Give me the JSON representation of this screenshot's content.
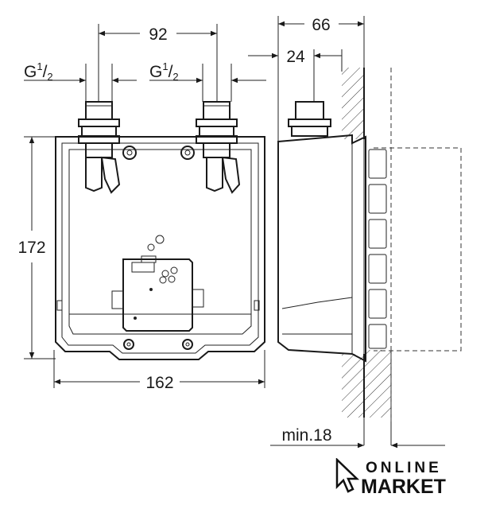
{
  "dimensions": {
    "spacing": "92",
    "depth": "66",
    "offset": "24",
    "height": "172",
    "width": "162",
    "min_wall": "min.18",
    "thread_left": {
      "main": "G",
      "sup": "1",
      "sub": "2"
    },
    "thread_right": {
      "main": "G",
      "sup": "1",
      "sub": "2"
    }
  },
  "watermark": {
    "line1": "ONLINE",
    "line2": "MARKET",
    "icon": "cursor-arrow-icon"
  }
}
